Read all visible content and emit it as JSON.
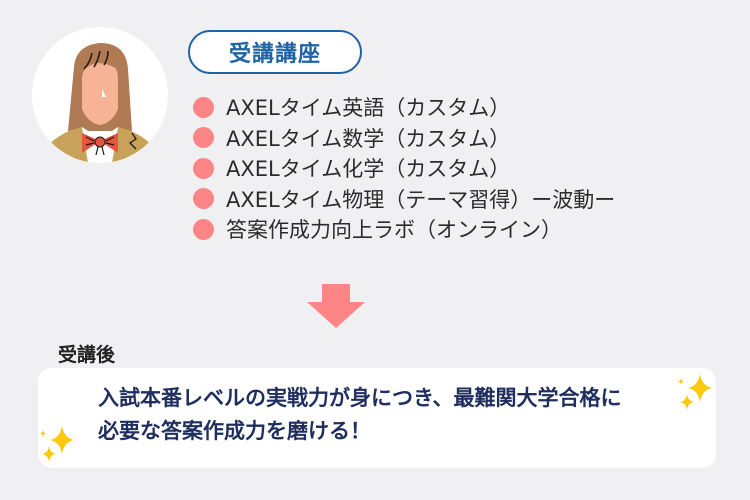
{
  "profile": {
    "avatar_description": "student-girl-illustration"
  },
  "courses_section": {
    "heading": "受講講座",
    "items": [
      {
        "label": "AXELタイム英語（カスタム）"
      },
      {
        "label": "AXELタイム数学（カスタム）"
      },
      {
        "label": "AXELタイム化学（カスタム）"
      },
      {
        "label": "AXELタイム物理（テーマ習得）ー波動ー"
      },
      {
        "label": "答案作成力向上ラボ（オンライン）"
      }
    ],
    "bullet_color": "#fd8586",
    "heading_color": "#1e63a6"
  },
  "arrow": {
    "icon": "arrow-down-icon",
    "color": "#fd8586"
  },
  "after_section": {
    "label": "受講後",
    "lines": [
      "入試本番レベルの実戦力が身につき、最難関大学合格に",
      "必要な答案作成力を磨ける！"
    ],
    "text_color": "#1f2d5f",
    "sparkle_icon": "sparkle-icon",
    "sparkle_color": "#fdc90f"
  }
}
